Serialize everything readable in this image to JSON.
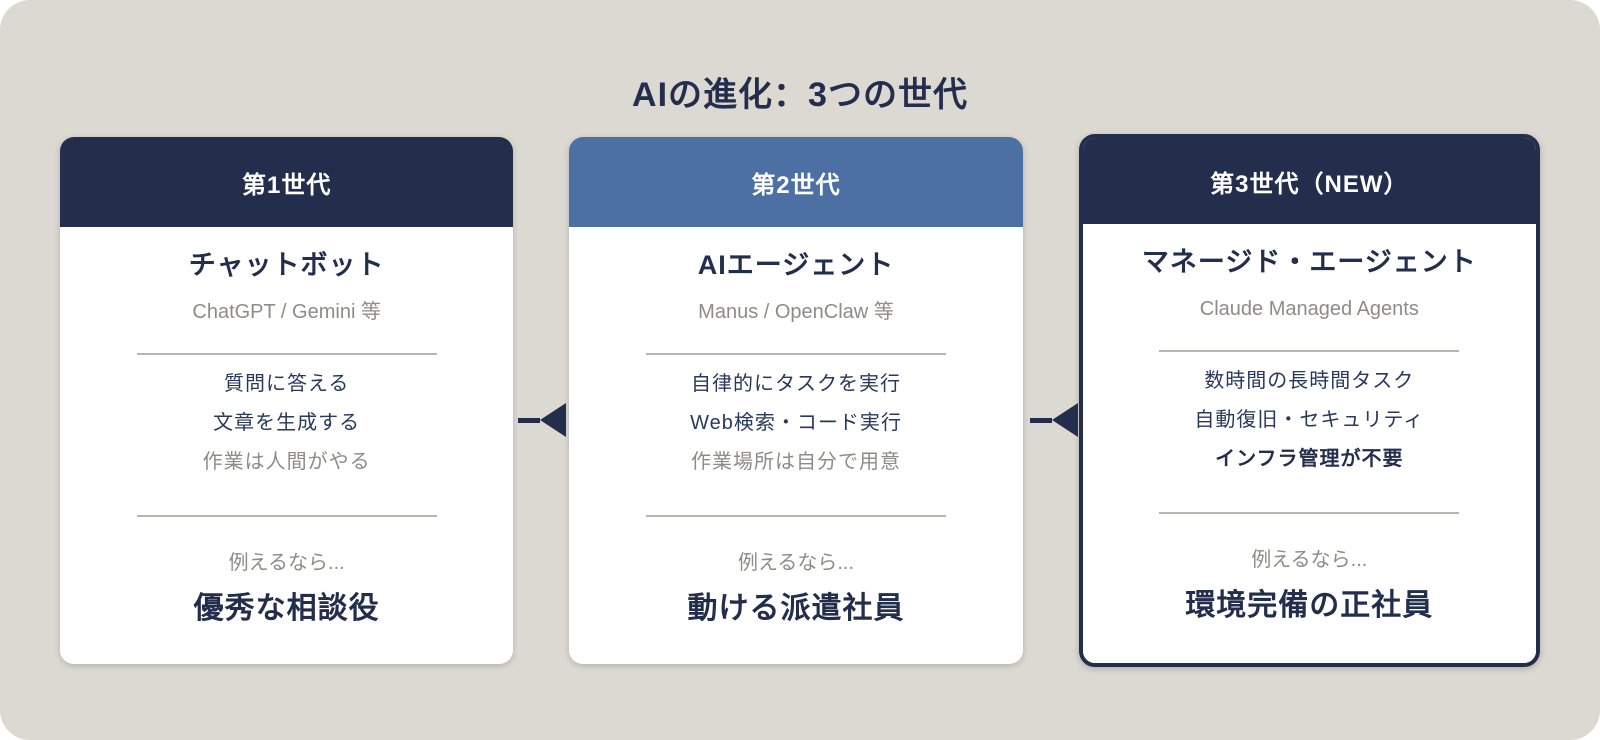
{
  "page": {
    "title": "AIの進化：3つの世代"
  },
  "colors": {
    "panel_background": "#dcd9d3",
    "navy": "#232e4d",
    "blue_header": "#4c6fa4",
    "card_background": "#ffffff",
    "muted_text": "#8e8c87",
    "divider": "#b7b5b0"
  },
  "icons": {
    "between_cards": "left-arrow"
  },
  "cards": [
    {
      "generation": "第1世代",
      "header_bg": "#232e4d",
      "name": "チャットボット",
      "examples": "ChatGPT / Gemini 等",
      "features": [
        {
          "text": "質問に答える",
          "style": "normal"
        },
        {
          "text": "文章を生成する",
          "style": "normal"
        },
        {
          "text": "作業は人間がやる",
          "style": "muted"
        }
      ],
      "analogy_label": "例えるなら...",
      "analogy": "優秀な相談役",
      "highlighted": false
    },
    {
      "generation": "第2世代",
      "header_bg": "#4c6fa4",
      "name": "AIエージェント",
      "examples": "Manus / OpenClaw 等",
      "features": [
        {
          "text": "自律的にタスクを実行",
          "style": "normal"
        },
        {
          "text": "Web検索・コード実行",
          "style": "normal"
        },
        {
          "text": "作業場所は自分で用意",
          "style": "muted"
        }
      ],
      "analogy_label": "例えるなら...",
      "analogy": "動ける派遣社員",
      "highlighted": false
    },
    {
      "generation": "第3世代（NEW）",
      "header_bg": "#232e4d",
      "name": "マネージド・エージェント",
      "examples": "Claude Managed Agents",
      "features": [
        {
          "text": "数時間の長時間タスク",
          "style": "normal"
        },
        {
          "text": "自動復旧・セキュリティ",
          "style": "normal"
        },
        {
          "text": "インフラ管理が不要",
          "style": "bold"
        }
      ],
      "analogy_label": "例えるなら...",
      "analogy": "環境完備の正社員",
      "highlighted": true
    }
  ]
}
